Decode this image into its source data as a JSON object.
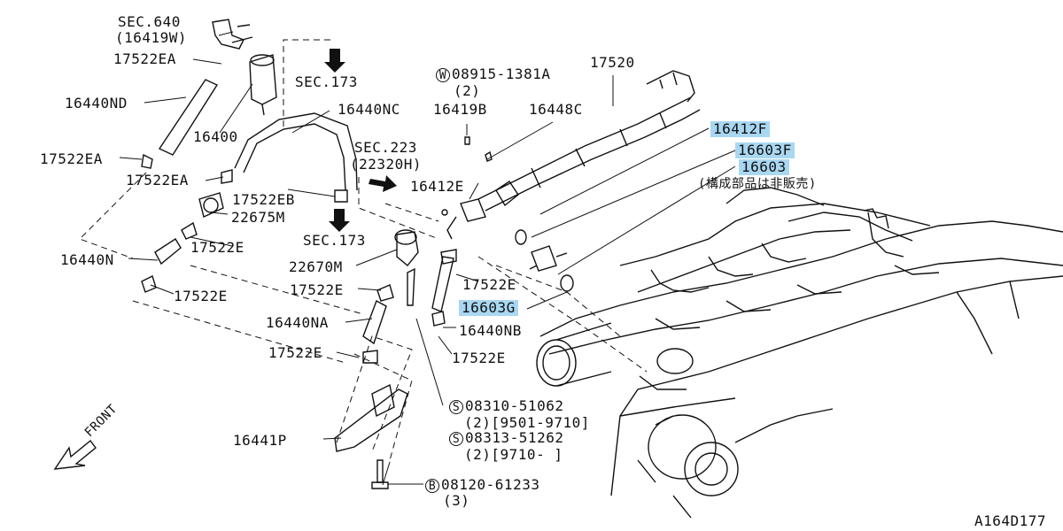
{
  "diagram": {
    "code": "A164D177",
    "front_label": "FRONT",
    "labels": {
      "sec640": "SEC.640",
      "sec640_sub": "(16419W)",
      "p17522EA_1": "17522EA",
      "p16440ND": "16440ND",
      "p16400": "16400",
      "p17522EA_2": "17522EA",
      "p17522EA_3": "17522EA",
      "sec173_top": "SEC.173",
      "p16440NC": "16440NC",
      "sec223": "SEC.223",
      "sec223_sub": "(22320H)",
      "p17522EB": "17522EB",
      "p22675M": "22675M",
      "sec173_mid": "SEC.173",
      "p17522E_1": "17522E",
      "p16440N": "16440N",
      "p17522E_2": "17522E",
      "p22670M": "22670M",
      "p17522E_3": "17522E",
      "p16440NA": "16440NA",
      "p17522E_4": "17522E",
      "p16441P": "16441P",
      "w_part": "08915-1381A",
      "w_qty": "(2)",
      "p16419B": "16419B",
      "p16448C": "16448C",
      "p17520": "17520",
      "p16412E": "16412E",
      "p17522E_5": "17522E",
      "p16440NB": "16440NB",
      "p17522E_6": "17522E",
      "p16412F": "16412F",
      "p16603F": "16603F",
      "p16603": "16603",
      "note_jp": "(構成部品は非販売)",
      "p16603G": "16603G",
      "s1_part": "08310-51062",
      "s1_qty": "(2)[9501-9710]",
      "s2_part": "08313-51262",
      "s2_qty": "(2)[9710-     ]",
      "b_part": "08120-61233",
      "b_qty": "(3)"
    },
    "symbols": {
      "w": "W",
      "s": "S",
      "b": "B"
    },
    "highlight_color": "#a9d7f2"
  }
}
